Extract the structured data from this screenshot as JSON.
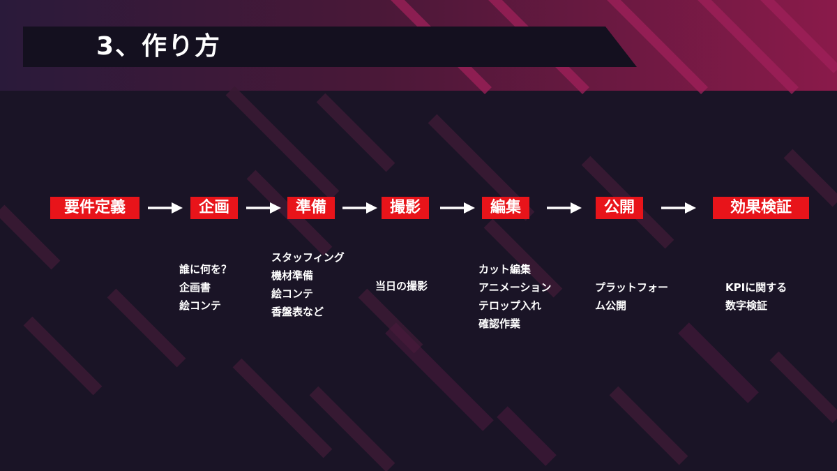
{
  "slide": {
    "title": "3、作り方",
    "colors": {
      "background": "#1a1426",
      "title_bar": "#14101f",
      "step_box": "#e8141a",
      "text": "#ffffff",
      "stripe_accent": "#b0245f"
    }
  },
  "flow": {
    "steps": [
      {
        "label": "要件定義",
        "details": []
      },
      {
        "label": "企画",
        "details": [
          "誰に何を？",
          "企画書",
          "絵コンテ"
        ]
      },
      {
        "label": "準備",
        "details": [
          "スタッフィング",
          "機材準備",
          "絵コンテ",
          "香盤表など"
        ]
      },
      {
        "label": "撮影",
        "details": [
          "当日の撮影"
        ]
      },
      {
        "label": "編集",
        "details": [
          "カット編集",
          "アニメーション",
          "テロップ入れ",
          "確認作業"
        ]
      },
      {
        "label": "公開",
        "details": [
          "プラットフォー",
          "ム公開"
        ]
      },
      {
        "label": "効果検証",
        "details": [
          "KPIに関する",
          "数字検証"
        ]
      }
    ],
    "arrow_icon": "right-arrow-icon"
  }
}
